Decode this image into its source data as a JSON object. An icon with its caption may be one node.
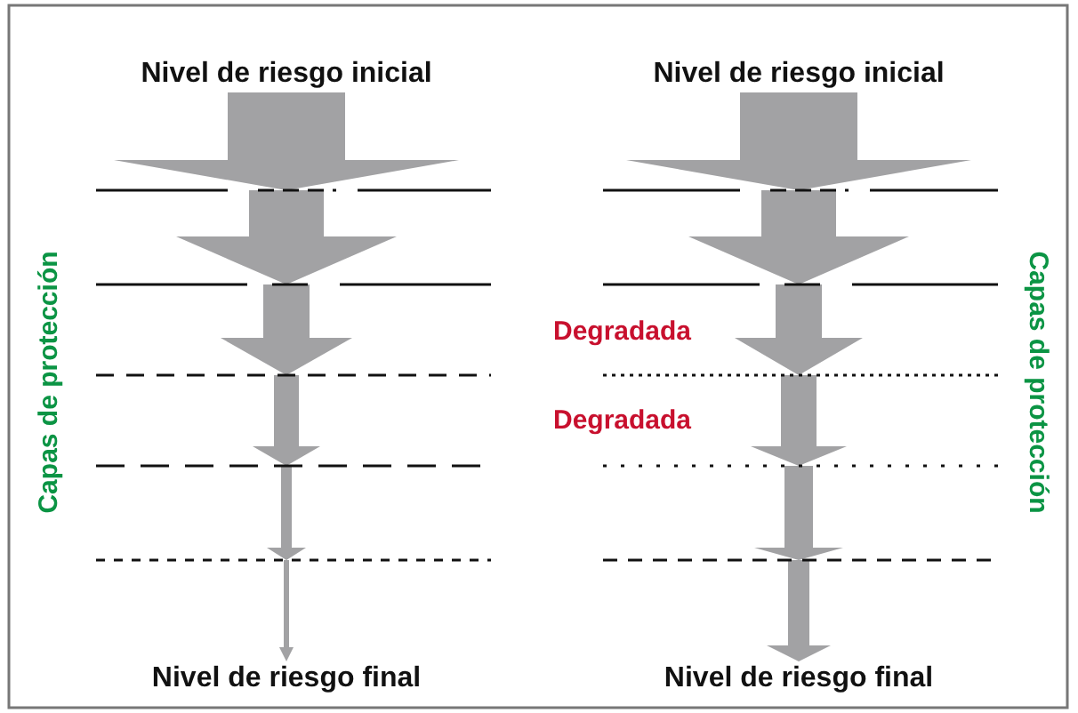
{
  "diagram": {
    "nodes": [
      {
        "text": [
          "Nivel de riesgo inicial"
        ]
      },
      {
        "text": [
          "Nivel de riesgo inicial"
        ]
      },
      {
        "text": [
          "Nivel de riesgo final"
        ]
      },
      {
        "text": [
          "Nivel de riesgo final"
        ]
      }
    ],
    "edges": [
      {
        "from": 0,
        "to": 2,
        "arrow": "to"
      },
      {
        "from": 1,
        "to": 3,
        "arrow": "to"
      }
    ],
    "labels": [
      "Capas de protección",
      "Degradada",
      "Degradada",
      "Capas de protección"
    ]
  }
}
